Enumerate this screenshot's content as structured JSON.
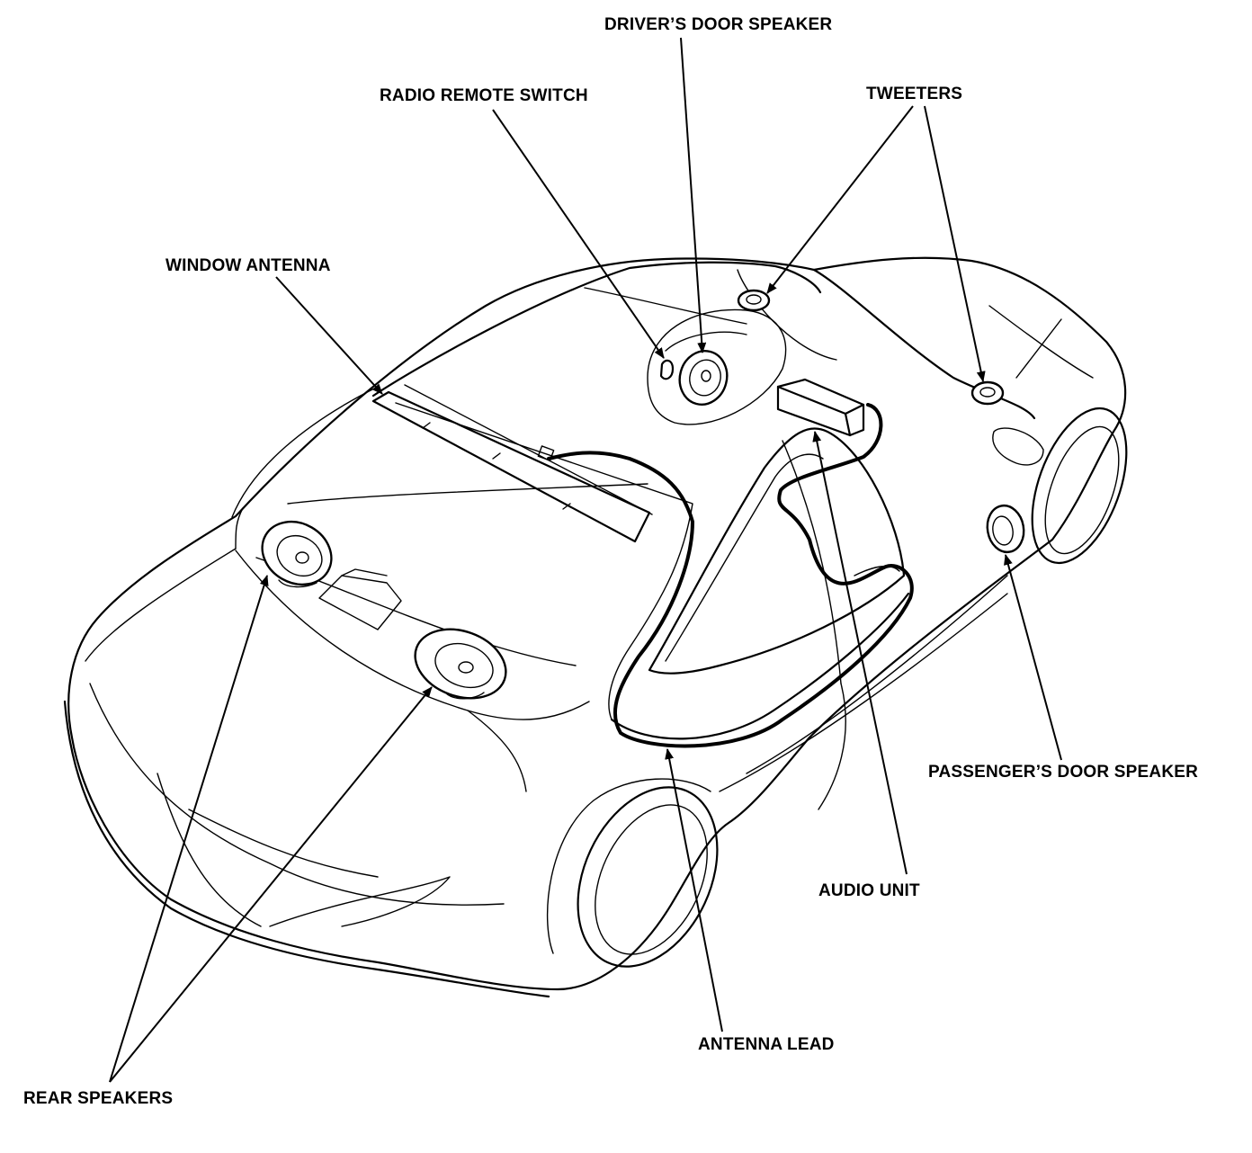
{
  "labels": {
    "drivers_door_speaker": "DRIVER’S DOOR SPEAKER",
    "radio_remote_switch": "RADIO REMOTE SWITCH",
    "tweeters": "TWEETERS",
    "window_antenna": "WINDOW ANTENNA",
    "passengers_door_speaker": "PASSENGER’S DOOR SPEAKER",
    "audio_unit": "AUDIO UNIT",
    "antenna_lead": "ANTENNA LEAD",
    "rear_speakers": "REAR SPEAKERS"
  },
  "colors": {
    "line": "#000000",
    "background": "#ffffff"
  }
}
